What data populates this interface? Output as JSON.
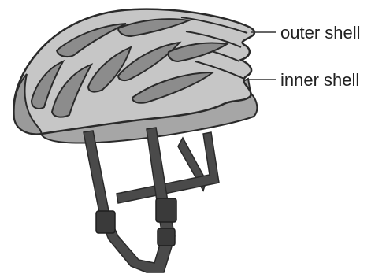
{
  "diagram": {
    "subject": "bicycle helmet",
    "labels": {
      "outer_shell": "outer shell",
      "inner_shell": "inner shell"
    }
  },
  "colors": {
    "outer_shell": "#c6c6c6",
    "shell_shadow": "#9a9a9a",
    "inner_shell": "#a6a6a6",
    "vents": "#8c8c8c",
    "straps": "#4a4a4a",
    "outline": "#2a2a2a",
    "leader_line": "#333333"
  }
}
